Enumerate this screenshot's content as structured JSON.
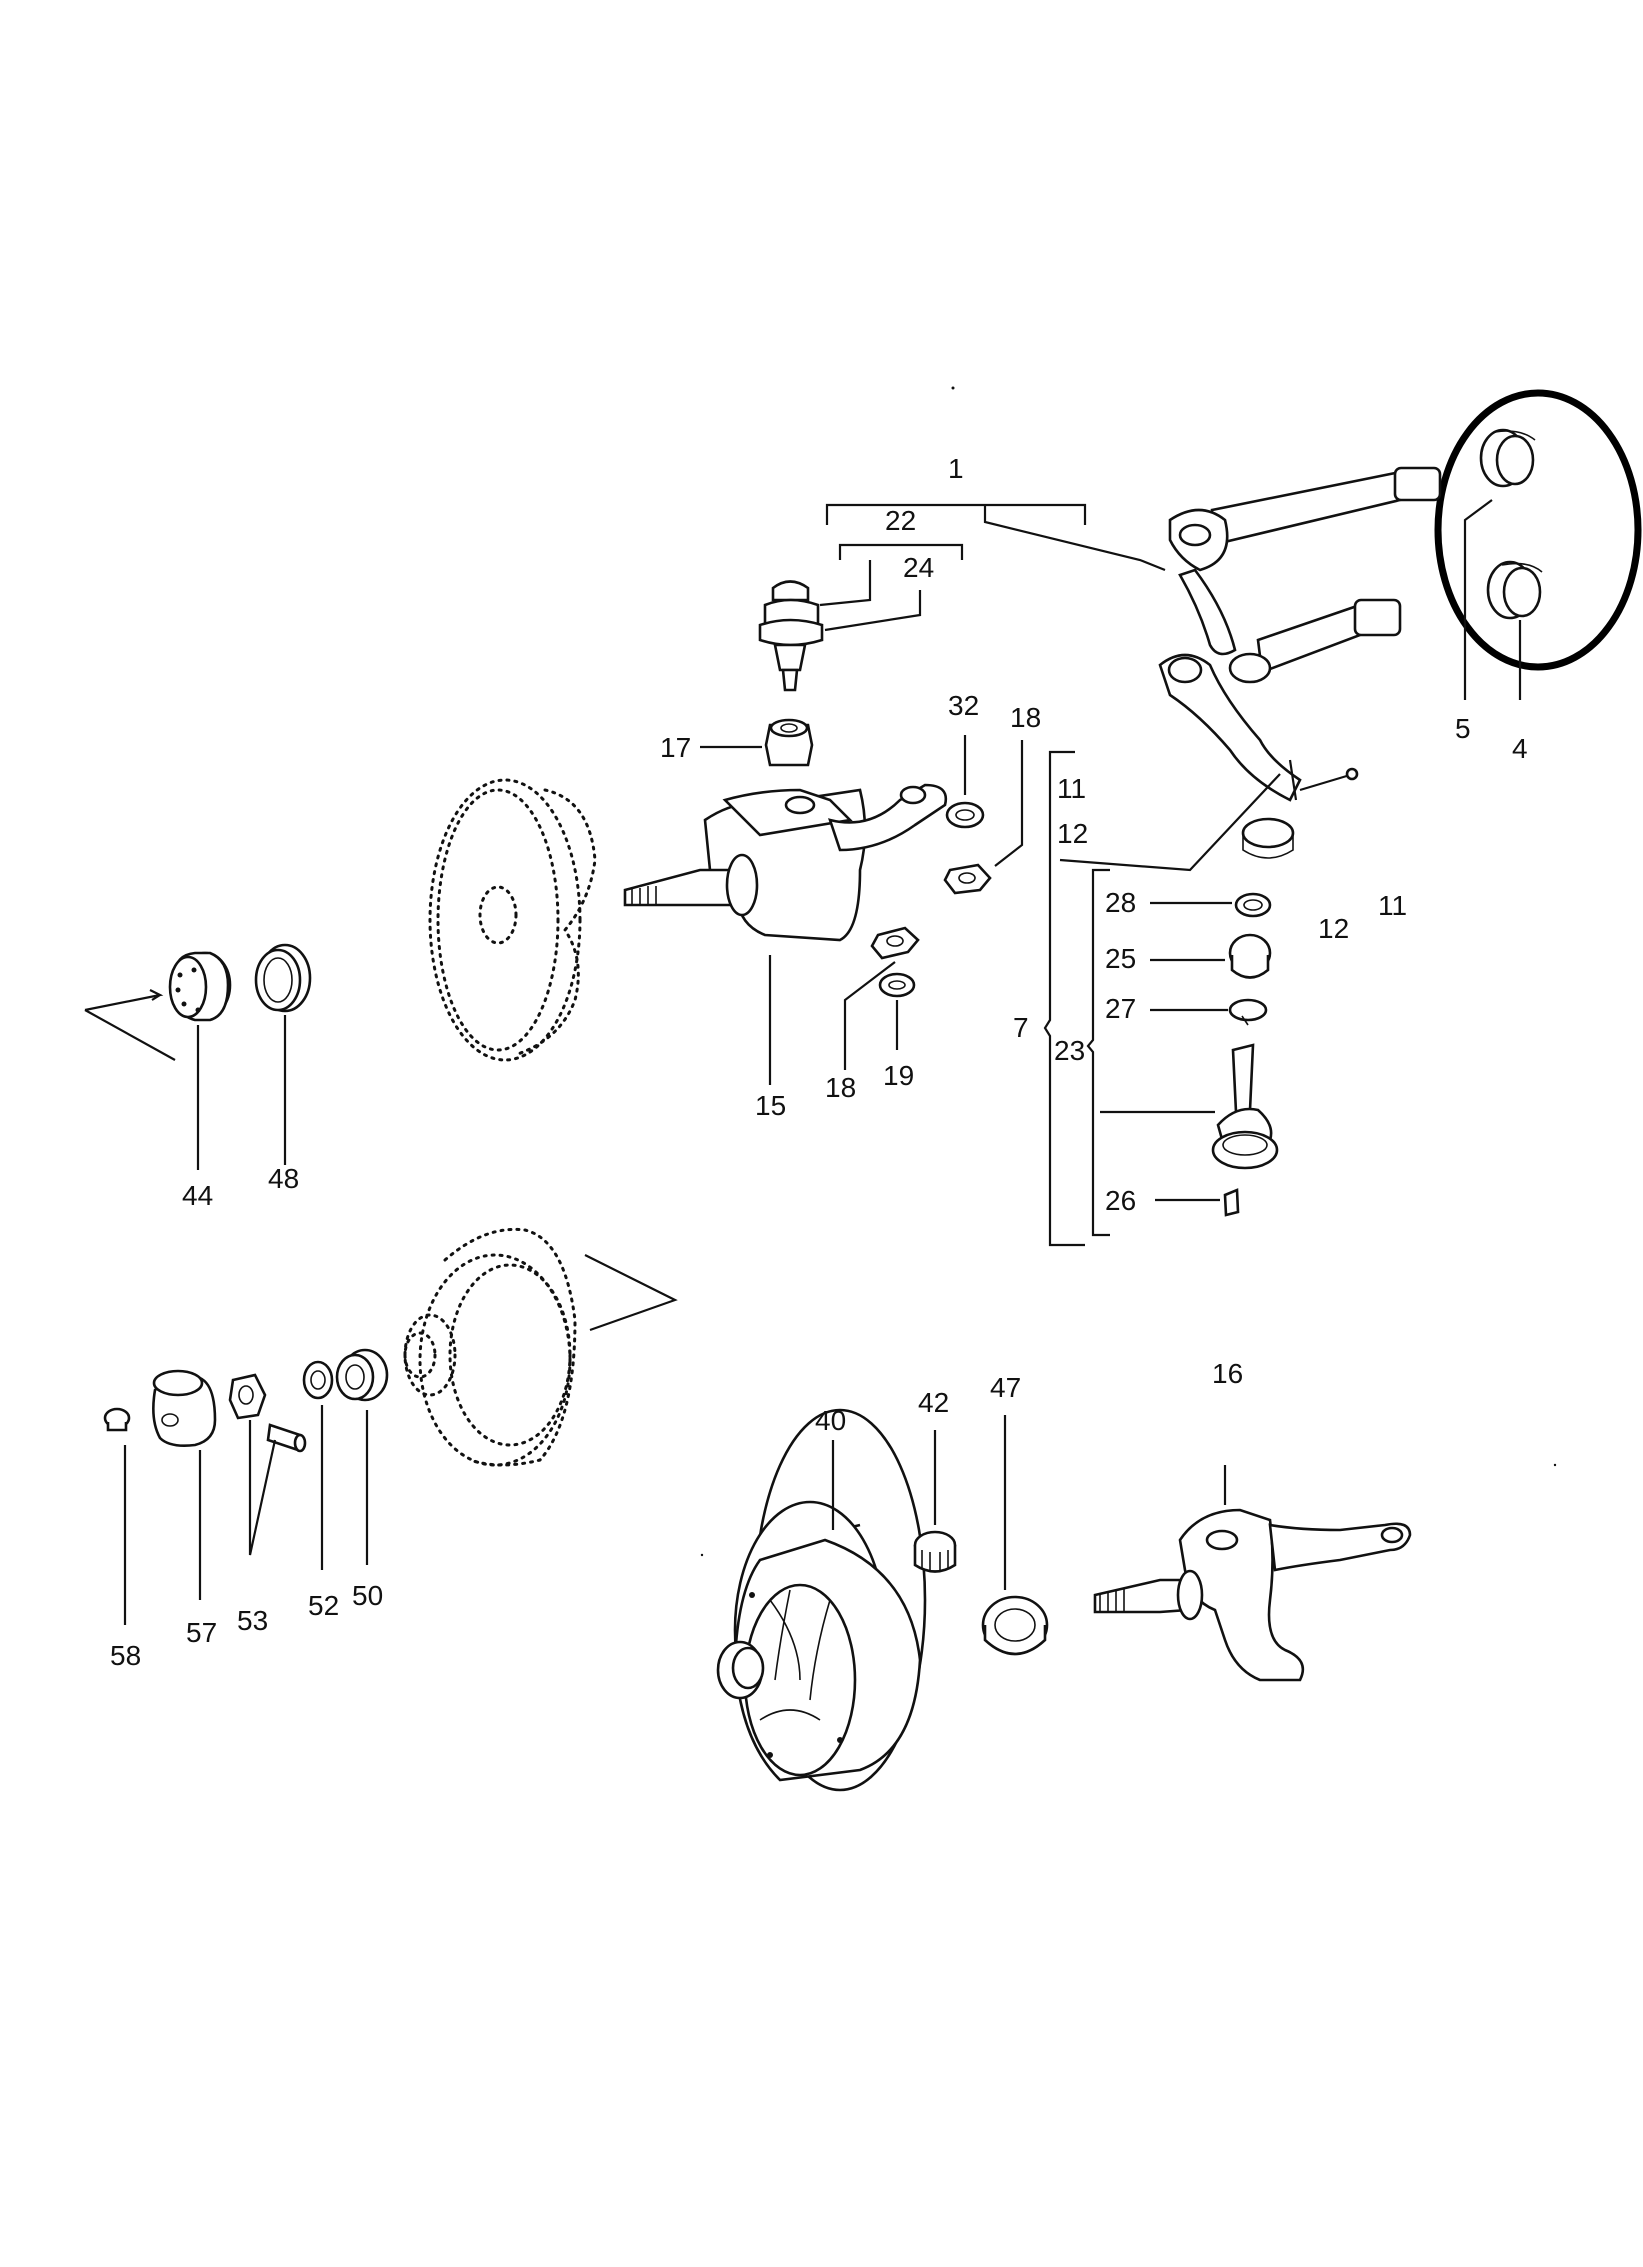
{
  "labels": {
    "p1": "1",
    "p22": "22",
    "p24": "24",
    "p32": "32",
    "p18a": "18",
    "p17": "17",
    "p11a": "11",
    "p12a": "12",
    "p5": "5",
    "p4": "4",
    "p12b": "12",
    "p11b": "11",
    "p28": "28",
    "p25": "25",
    "p27": "27",
    "p7": "7",
    "p23": "23",
    "p26": "26",
    "p15": "15",
    "p18b": "18",
    "p19": "19",
    "p44": "44",
    "p48": "48",
    "p40": "40",
    "p42": "42",
    "p47": "47",
    "p16": "16",
    "p58": "58",
    "p57": "57",
    "p53": "53",
    "p52": "52",
    "p50": "50"
  },
  "colors": {
    "ink": "#111111",
    "paper": "#ffffff"
  }
}
